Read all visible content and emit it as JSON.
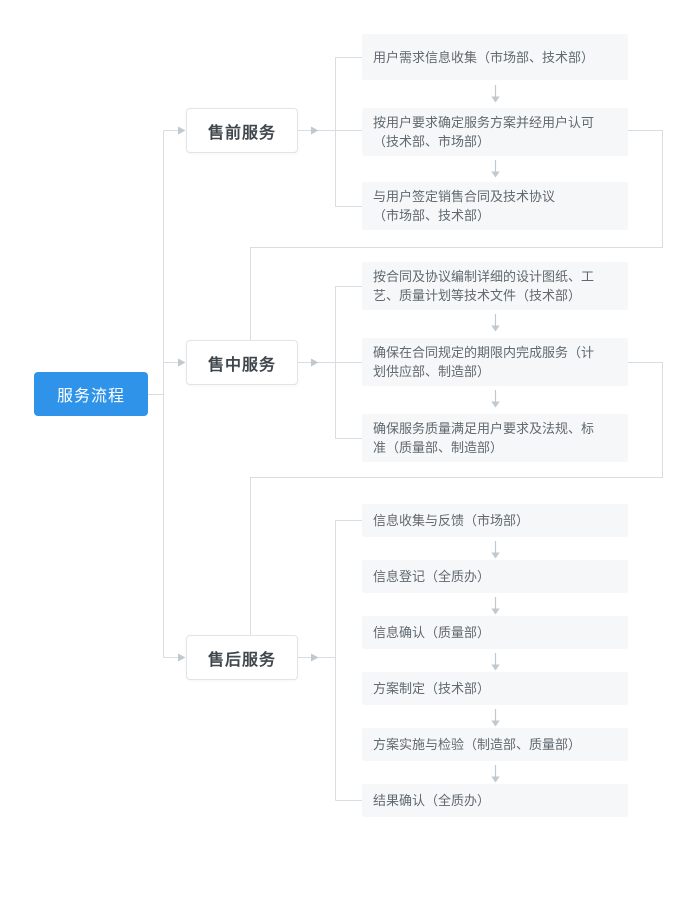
{
  "root": {
    "label": "服务流程"
  },
  "branches": [
    {
      "label": "售前服务",
      "steps": [
        "用户需求信息收集（市场部、技术部）",
        "按用户要求确定服务方案并经用户认可\n（技术部、市场部）",
        "与用户签定销售合同及技术协议\n（市场部、技术部）"
      ]
    },
    {
      "label": "售中服务",
      "steps": [
        "按合同及协议编制详细的设计图纸、工\n艺、质量计划等技术文件（技术部）",
        "确保在合同规定的期限内完成服务（计\n划供应部、制造部）",
        "确保服务质量满足用户要求及法规、标\n准（质量部、制造部）"
      ]
    },
    {
      "label": "售后服务",
      "steps": [
        "信息收集与反馈（市场部）",
        "信息登记（全质办）",
        "信息确认（质量部）",
        "方案制定（技术部）",
        "方案实施与检验（制造部、质量部）",
        "结果确认（全质办）"
      ]
    }
  ],
  "colors": {
    "root_bg": "#2e93e9",
    "root_text": "#ffffff",
    "category_bg": "#ffffff",
    "category_border": "#dfe5e9",
    "category_text": "#3f464c",
    "step_bg": "#f5f7f8",
    "step_text": "#60696f",
    "line_color": "#d7dde1",
    "arrow_color": "#bfc9cf"
  }
}
